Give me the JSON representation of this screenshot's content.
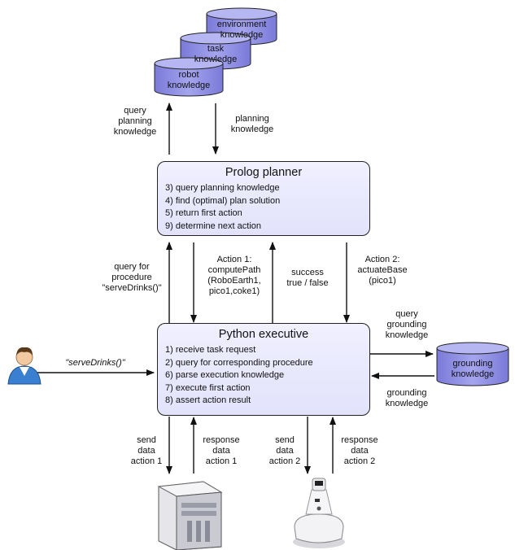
{
  "databases": {
    "environment": "environment\nknowledge",
    "task": "task\nknowledge",
    "robot": "robot\nknowledge",
    "grounding": "grounding\nknowledge"
  },
  "planner": {
    "title": "Prolog planner",
    "items": [
      "3) query planning knowledge",
      "4) find (optimal) plan solution",
      "5) return first action",
      "9) determine next action"
    ]
  },
  "executive": {
    "title": "Python executive",
    "items": [
      "1) receive task request",
      "2) query for corresponding procedure",
      "6) parse execution knowledge",
      "7) execute first action",
      "8) assert action result"
    ]
  },
  "labels": {
    "query_planning": "query\nplanning\nknowledge",
    "planning_knowledge": "planning\nknowledge",
    "query_procedure": "query for\nprocedure\n\"serveDrinks()\"",
    "action1": "Action 1:\ncomputePath\n(RoboEarth1,\npico1,coke1)",
    "success": "success\ntrue / false",
    "action2": "Action 2:\nactuateBase\n(pico1)",
    "query_grounding": "query\ngrounding\nknowledge",
    "grounding_knowledge": "grounding\nknowledge",
    "serve_drinks": "\"serveDrinks()\"",
    "send_data_1": "send\ndata\naction 1",
    "response_data_1": "response\ndata\naction 1",
    "send_data_2": "send\ndata\naction 2",
    "response_data_2": "response\ndata\naction 2"
  },
  "colors": {
    "db_fill": "#8f8fe3",
    "box_fill": "#e6e6fb",
    "arrow": "#111111"
  }
}
